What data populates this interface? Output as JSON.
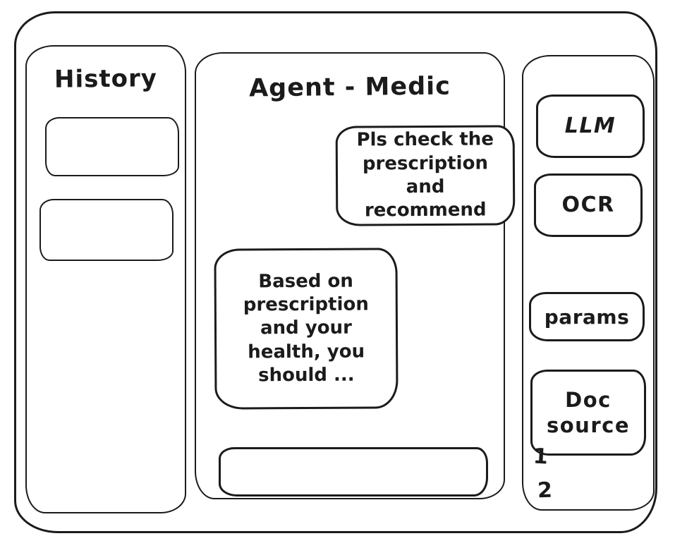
{
  "colors": {
    "stroke": "#1b1b1b",
    "background": "#ffffff"
  },
  "history": {
    "title": "History",
    "items": [
      {
        "label": ""
      },
      {
        "label": ""
      }
    ]
  },
  "chat": {
    "title": "Agent - Medic",
    "messages": [
      {
        "role": "user",
        "text": "Pls check the prescription and recommend"
      },
      {
        "role": "agent",
        "text": "Based on prescription and your health, you should ..."
      }
    ],
    "input": {
      "value": "",
      "placeholder": ""
    }
  },
  "tools": {
    "llm_label": "LLM",
    "ocr_label": "OCR",
    "params_label": "params",
    "doc_source_label": "Doc source",
    "doc_items": [
      "1",
      "2"
    ]
  }
}
